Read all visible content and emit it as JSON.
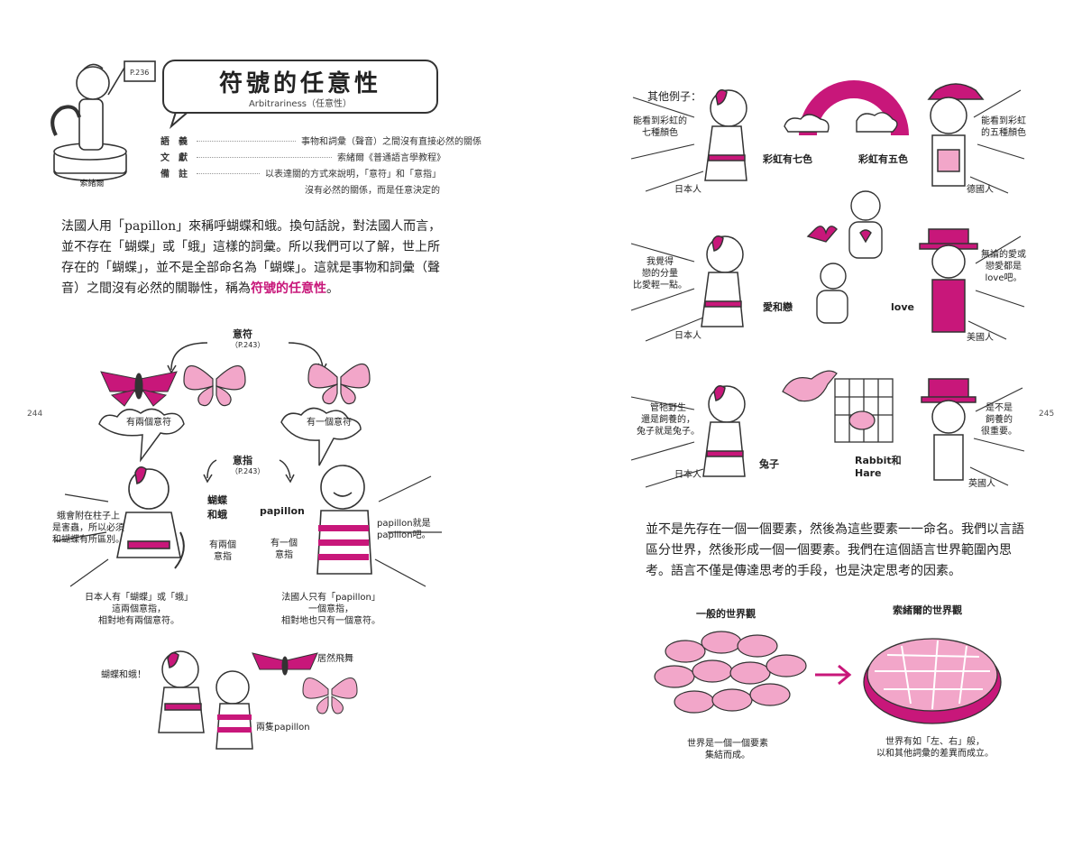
{
  "left_page": {
    "header": {
      "title": "符號的任意性",
      "subtitle": "Arbitrariness（任意性）",
      "pedestal_label": "索緒爾",
      "flag_label": "P.236"
    },
    "definitions": [
      {
        "key": "語義",
        "value": "事物和詞彙（聲音）之間沒有直接必然的關係"
      },
      {
        "key": "文獻",
        "value": "索緒爾《普通語言學教程》"
      },
      {
        "key": "備註",
        "value": "以表達關的方式來說明，「意符」和「意指」"
      },
      {
        "key": "",
        "value": "沒有必然的關係，而是任意決定的"
      }
    ],
    "paragraph_before": "法國人用「papillon」來稱呼蝴蝶和蛾。換句話說，對法國人而言，並不存在「蝴蝶」或「蛾」這樣的詞彙。所以我們可以了解，世上所存在的「蝴蝶」，並不是全部命名為「蝴蝶」。這就是事物和詞彙（聲音）之間沒有必然的關聯性，稱為",
    "paragraph_highlight": "符號的任意性",
    "paragraph_after": "。",
    "diagram": {
      "signified_top": "意符",
      "signified_top_ref": "（P.243）",
      "cloud_left": "有兩個意符",
      "cloud_right": "有一個意符",
      "signifier": "意指",
      "signifier_ref": "（P.243）",
      "word_jp": "蝴蝶\n和蛾",
      "word_fr": "papillon",
      "jp_speech": "蛾會附在柱子上\n是害蟲，所以必須\n和蝴蝶有所區別。",
      "fr_speech": "papillon就是\npapillon吧。",
      "jp_count": "有兩個\n意指",
      "fr_count": "有一個\n意指",
      "jp_caption": "日本人有「蝴蝶」或「蛾」\n這兩個意指，\n相對地有兩個意符。",
      "fr_caption": "法國人只有「papillon」\n一個意指，\n相對地也只有一個意符。",
      "bottom_jp": "蝴蝶和蛾！",
      "bottom_flying": "居然飛舞",
      "bottom_fr": "兩隻papillon"
    },
    "page_number": "244"
  },
  "right_page": {
    "heading": "其他例子：",
    "rows": [
      {
        "left_speech": "能看到彩虹的\n七種顏色",
        "left_word": "彩虹有七色",
        "right_word": "彩虹有五色",
        "right_speech": "能看到彩虹\n的五種顏色",
        "left_person": "日本人",
        "right_person": "德國人"
      },
      {
        "left_speech": "我覺得\n戀的分量\n比愛輕一點。",
        "left_word": "愛和戀",
        "right_word": "love",
        "right_speech": "無論的愛或\n戀愛都是\nlove吧。",
        "left_person": "日本人",
        "right_person": "美國人"
      },
      {
        "left_speech": "管牠野生\n還是飼養的，\n兔子就是兔子。",
        "left_word": "兔子",
        "right_word": "Rabbit和\nHare",
        "right_speech": "是不是\n飼養的\n很重要。",
        "left_person": "日本人",
        "right_person": "英國人"
      }
    ],
    "paragraph": "並不是先存在一個一個要素，然後為這些要素一一命名。我們以言語區分世界，然後形成一個一個要素。我們在這個語言世界範圍內思考。語言不僅是傳達思考的手段，也是決定思考的因素。",
    "world_left_title": "一般的世界觀",
    "world_right_title": "索緒爾的世界觀",
    "world_left_caption": "世界是一個一個要素\n集結而成。",
    "world_right_caption": "世界有如「左、右」般，\n以和其他詞彙的差異而成立。",
    "page_number": "245"
  },
  "colors": {
    "accent": "#c8177a",
    "accent_light": "#f2a6c9",
    "ink": "#222222"
  }
}
